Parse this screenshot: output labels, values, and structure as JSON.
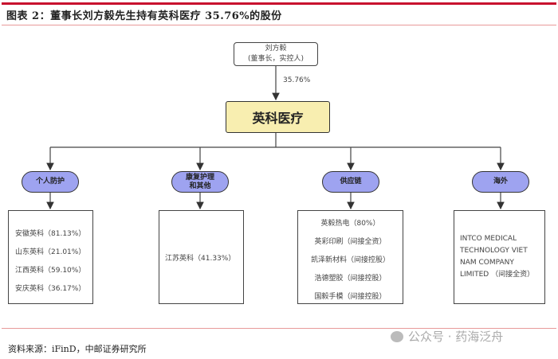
{
  "title": "图表 2：董事长刘方毅先生持有英科医疗 35.76%的股份",
  "person": {
    "name": "刘方毅",
    "role": "(董事长，实控人)"
  },
  "holding_pct": "35.76%",
  "company": "英科医疗",
  "segments": [
    {
      "label": "个人防护",
      "items": [
        "安徽英科（81.13%）",
        "山东英科（21.01%）",
        "江西英科（59.10%）",
        "安庆英科（36.17%）"
      ]
    },
    {
      "label": "康复护理和其他",
      "items": [
        "江苏英科（41.33%）"
      ]
    },
    {
      "label": "供应链",
      "items": [
        "英毅热电（80%）",
        "英彩印刷（间接全资）",
        "凯泽新材料（间接控股）",
        "浩德塑胶（间接控股）",
        "国毅手模（间接控股）"
      ]
    },
    {
      "label": "海外",
      "items": [
        "INTCO MEDICAL TECHNOLOGY VIET NAM COMPANY LIMITED （间接全资）"
      ]
    }
  ],
  "source": "资料来源：iFinD，中邮证券研究所",
  "watermark": "公众号 · 药海泛舟"
}
